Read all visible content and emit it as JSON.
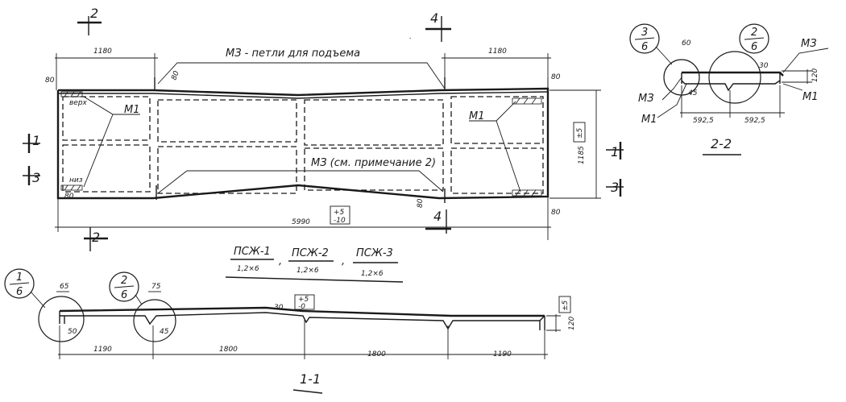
{
  "plan": {
    "section_marks": {
      "s1": "1",
      "s2": "2",
      "s3": "3",
      "s4": "4"
    },
    "dims": {
      "left_top": "1180",
      "right_top": "1180",
      "top_offset_left": "80",
      "top_offset_right": "80",
      "bottom_offset_left": "80",
      "bottom_offset_right": "80",
      "length": "5990",
      "length_tol_top": "+5",
      "length_tol_bot": "-10",
      "width": "1185",
      "width_tol": "±5",
      "loop_small": "80",
      "loop_small2": "80"
    },
    "labels": {
      "m3_loops": "МЗ - петли для подъема",
      "m1_left": "М1",
      "m1_right": "М1",
      "m3_note": "МЗ (см. примечание 2)",
      "top_marker": "верх",
      "bottom_marker": "низ"
    }
  },
  "title": {
    "items": [
      {
        "name": "ПСЖ-1",
        "size": "1,2×6"
      },
      {
        "name": "ПСЖ-2",
        "size": "1,2×6"
      },
      {
        "name": "ПСЖ-3",
        "size": "1,2×6"
      }
    ]
  },
  "section11": {
    "caption": "1-1",
    "callout_a": {
      "top": "1",
      "bottom": "6"
    },
    "callout_b": {
      "top": "2",
      "bottom": "6"
    },
    "dims": {
      "rib_a": "65",
      "rib_b": "75",
      "rib_a_bottom": "50",
      "rib_b_bottom": "45",
      "thickness": "30",
      "tol_top": "+5",
      "tol_bot": "-0",
      "height": "120",
      "height_tol": "±5",
      "span1": "1190",
      "span2": "1800",
      "span3": "1800",
      "span4": "1190"
    }
  },
  "section22": {
    "caption": "2-2",
    "callout_a": {
      "top": "3",
      "bottom": "6"
    },
    "callout_b": {
      "top": "2",
      "bottom": "6"
    },
    "dims": {
      "rib_top": "60",
      "rib_bottom": "45",
      "thickness": "30",
      "height": "120",
      "span1": "592,5",
      "span2": "592,5"
    },
    "labels": {
      "m3_a": "МЗ",
      "m3_b": "МЗ",
      "m1_a": "М1",
      "m1_b": "М1"
    }
  },
  "misc": {
    "dot": "."
  }
}
